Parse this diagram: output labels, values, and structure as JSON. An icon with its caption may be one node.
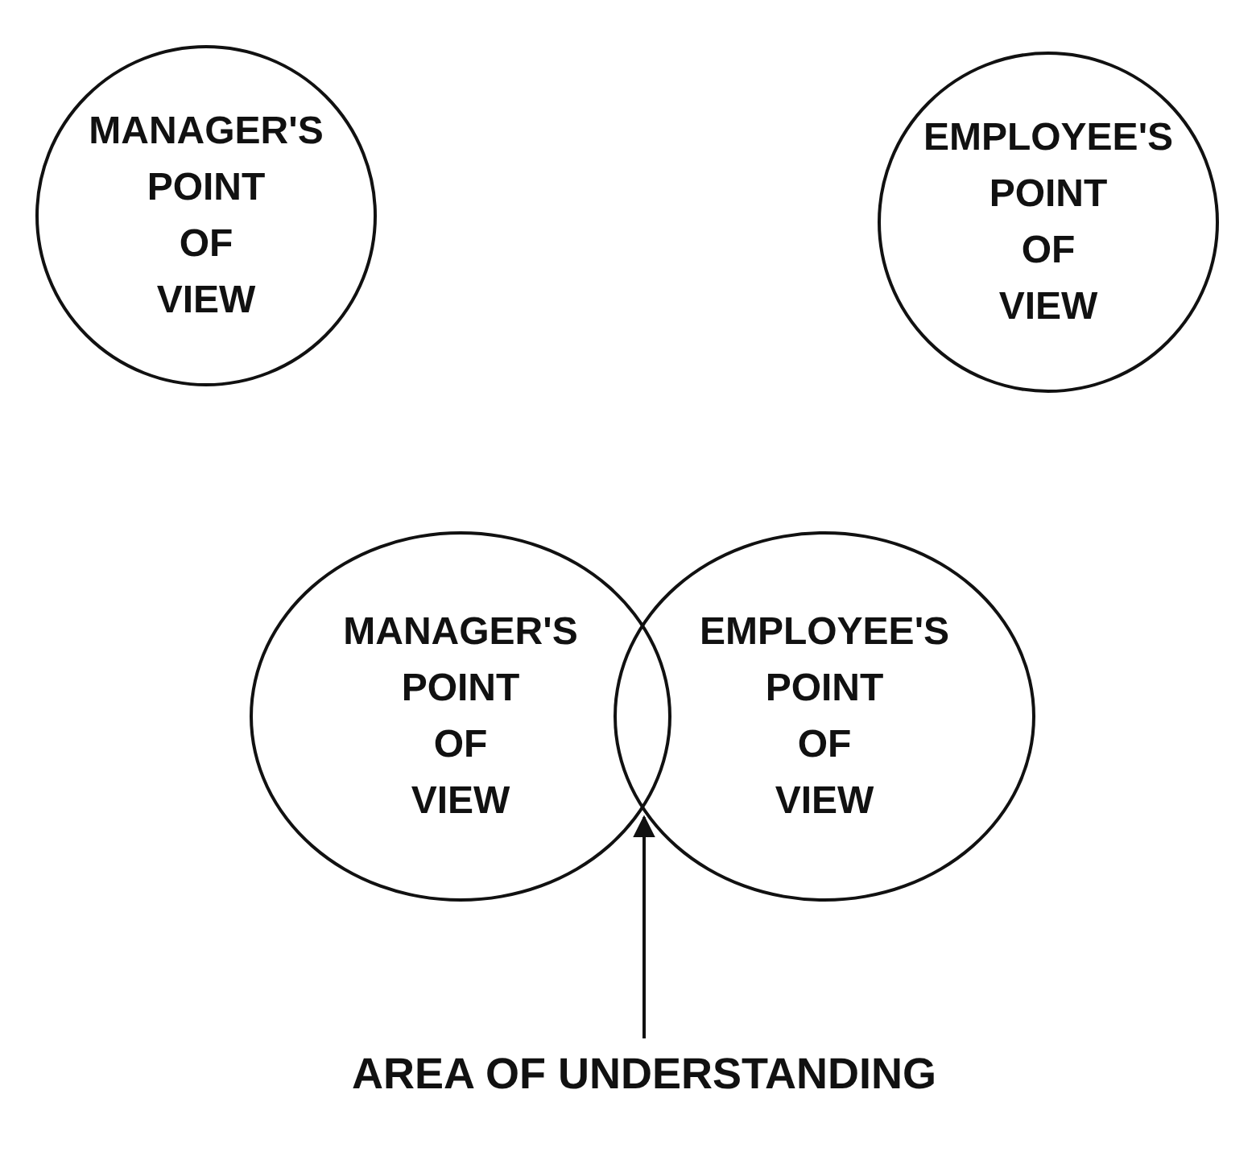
{
  "diagram": {
    "nodes": [
      {
        "text": [
          "MANAGER'S POINT OF VIEW"
        ]
      },
      {
        "text": [
          "EMPLOYEE'S POINT OF VIEW"
        ]
      },
      {
        "text": [
          "MANAGER'S POINT OF VIEW"
        ]
      },
      {
        "text": [
          "EMPLOYEE'S POINT OF VIEW"
        ]
      },
      {
        "text": [
          "AREA OF UNDERSTANDING"
        ]
      }
    ],
    "edges": [
      {
        "from": 4,
        "to": 3,
        "arrow": "to"
      }
    ]
  }
}
